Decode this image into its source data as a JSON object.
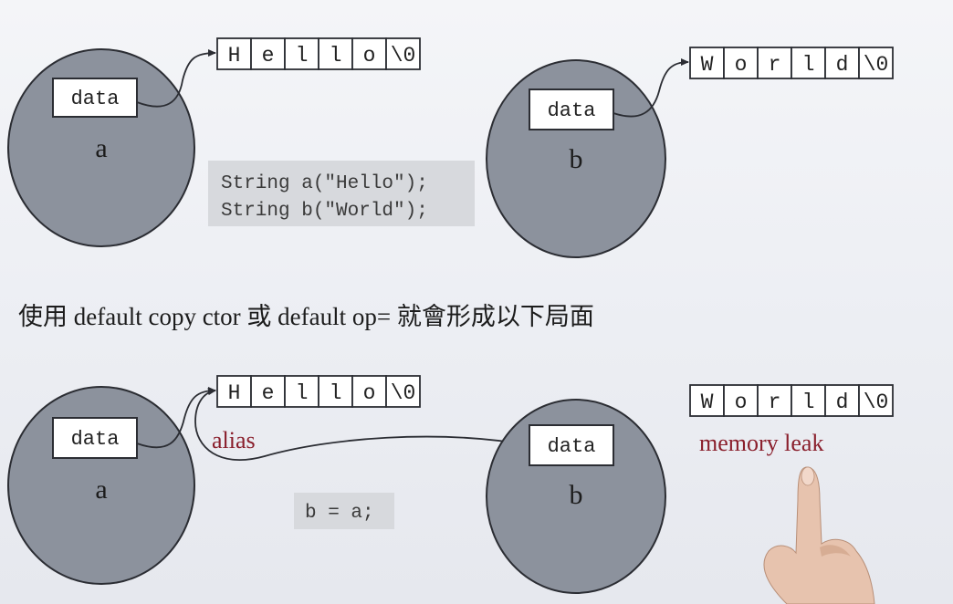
{
  "top": {
    "obj_a": {
      "field": "data",
      "name": "a"
    },
    "obj_b": {
      "field": "data",
      "name": "b"
    },
    "hello_cells": [
      "H",
      "e",
      "l",
      "l",
      "o",
      "\\0"
    ],
    "world_cells": [
      "W",
      "o",
      "r",
      "l",
      "d",
      "\\0"
    ],
    "code_lines": [
      "String a(\"Hello\");",
      "String b(\"World\");"
    ]
  },
  "caption": "使用 default copy ctor 或 default op= 就會形成以下局面",
  "bottom": {
    "obj_a": {
      "field": "data",
      "name": "a"
    },
    "obj_b": {
      "field": "data",
      "name": "b"
    },
    "hello_cells": [
      "H",
      "e",
      "l",
      "l",
      "o",
      "\\0"
    ],
    "world_cells": [
      "W",
      "o",
      "r",
      "l",
      "d",
      "\\0"
    ],
    "code": "b = a;",
    "alias_label": "alias",
    "leak_label": "memory leak"
  },
  "colors": {
    "blob_fill": "#8c929d",
    "annotation_red": "#8a1f2c",
    "code_background": "#d7d9dd"
  }
}
